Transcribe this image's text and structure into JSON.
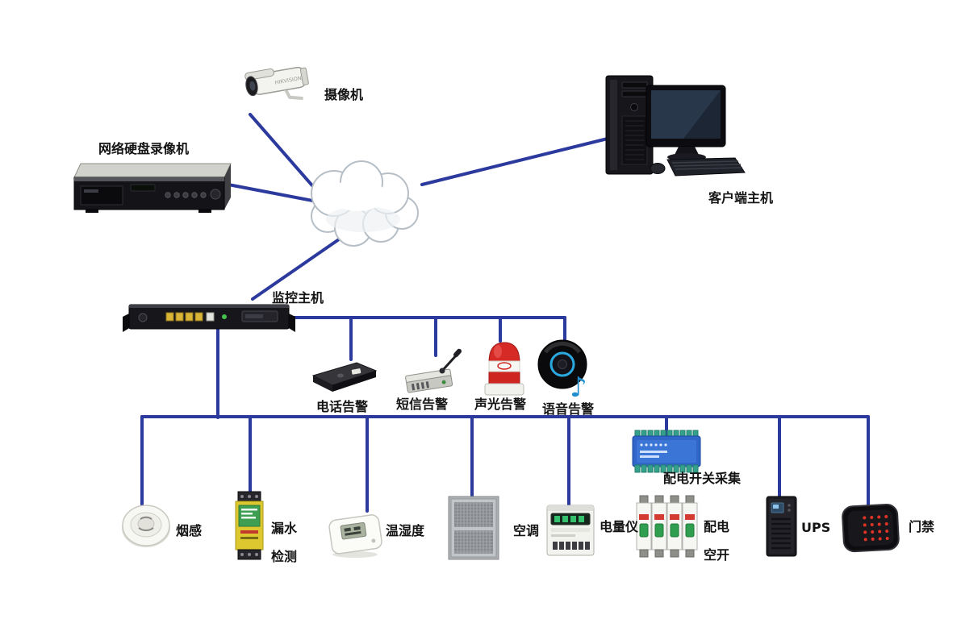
{
  "diagram": {
    "background": "#ffffff",
    "line_color": "#2b3a9c",
    "nodes": {
      "camera": {
        "label": "摄像机",
        "brand": "HIKVISION"
      },
      "nvr": {
        "label": "网络硬盘录像机"
      },
      "client_host": {
        "label": "客户端主机"
      },
      "monitor_host": {
        "label": "监控主机"
      },
      "phone_alarm": {
        "label": "电话告警"
      },
      "sms_alarm": {
        "label": "短信告警"
      },
      "sound_light_alarm": {
        "label": "声光告警"
      },
      "voice_alarm": {
        "label": "语音告警",
        "note_icon": "♪"
      },
      "smoke_sensor": {
        "label": "烟感"
      },
      "water_leak": {
        "label_line1": "漏水",
        "label_line2": "检测"
      },
      "temp_humidity": {
        "label": "温湿度"
      },
      "air_conditioner": {
        "label": "空调"
      },
      "power_meter": {
        "label": "电量仪"
      },
      "dist_breaker": {
        "label_line1": "配电",
        "label_line2": "空开"
      },
      "switch_collector": {
        "label": "配电开关采集"
      },
      "ups": {
        "label": "UPS"
      },
      "access_control": {
        "label": "门禁"
      }
    }
  }
}
